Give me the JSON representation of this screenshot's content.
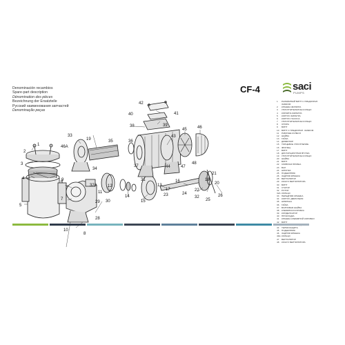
{
  "header": {
    "lines": [
      "Denominación recambios",
      "Spare-part description",
      "Dénomination des pièces",
      "Bezeichnung der Ersatzteile",
      "Русский наименования запчастей",
      "Denominação peças"
    ],
    "model": "CF-4"
  },
  "logo": {
    "word": "saci",
    "sub": "PUMPS"
  },
  "callouts": [
    "1",
    "2",
    "3",
    "4",
    "5",
    "6",
    "7",
    "8",
    "9",
    "10",
    "11",
    "12",
    "13",
    "14",
    "15",
    "16",
    "17",
    "18",
    "19",
    "20",
    "21",
    "22",
    "23",
    "24",
    "25",
    "26",
    "28",
    "29",
    "30",
    "31",
    "32",
    "32A",
    "33",
    "34",
    "35",
    "36",
    "37",
    "38",
    "39",
    "40",
    "41",
    "42",
    "43",
    "44",
    "45",
    "46",
    "46A",
    "47",
    "48"
  ],
  "parts": [
    {
      "n": "1",
      "t": "РАЗЪЁМНЫЙ ВИНТ С ПРЕДОХРАН."
    },
    {
      "n": "",
      "t": "ЗАМКОМ"
    },
    {
      "n": "2",
      "t": "КРЫШКА ФИЛЬТРА"
    },
    {
      "n": "3",
      "t": "УПЛОТНИТЕЛЬНОЕ КОЛЬЦО"
    },
    {
      "n": "4",
      "t": "КОРЗИНА ФИЛЬТРА"
    },
    {
      "n": "5",
      "t": "КОРПУС ФИЛЬТРА"
    },
    {
      "n": "6",
      "t": "КОРПУС НАСОСА"
    },
    {
      "n": "7",
      "t": "УПЛОТНИТЕЛЬНОЕ КОЛЬЦО"
    },
    {
      "n": "8",
      "t": "ОПОРА"
    },
    {
      "n": "9",
      "t": "ВИНТ"
    },
    {
      "n": "10",
      "t": "ВИНТ С ПРЕДОХРАН. ЗАМКОМ"
    },
    {
      "n": "11",
      "t": "РАБОЧЕЕ КОЛЕСО"
    },
    {
      "n": "12",
      "t": "ШАЙБА"
    },
    {
      "n": "13",
      "t": "ГАЙКА"
    },
    {
      "n": "14",
      "t": "ДИФФУЗОР"
    },
    {
      "n": "15",
      "t": "ТОРЦЕВОЕ УПЛОТНЕНИЕ"
    },
    {
      "n": "16",
      "t": "ФЛАНЕЦ"
    },
    {
      "n": "17",
      "t": "ВИНТ"
    },
    {
      "n": "18",
      "t": "ДИСТАНЦИОННАЯ ВТУЛКА"
    },
    {
      "n": "19",
      "t": "УПЛОТНИТЕЛЬНОЕ КОЛЬЦО"
    },
    {
      "n": "20",
      "t": "ШАЙБА"
    },
    {
      "n": "21",
      "t": "ВИНТ"
    },
    {
      "n": "22",
      "t": "СЛИВНАЯ ПРОБКА"
    },
    {
      "n": "23",
      "t": "ВАЛ"
    },
    {
      "n": "24",
      "t": "ШПОНКА"
    },
    {
      "n": "25",
      "t": "ПОДШИПНИК"
    },
    {
      "n": "26",
      "t": "ЗАДНЯЯ КРЫШКА"
    },
    {
      "n": "28",
      "t": "ВЕНТИЛЯТОР"
    },
    {
      "n": "29",
      "t": "КОЖУХ ВЕНТИЛЯТОРА"
    },
    {
      "n": "30",
      "t": "ВИНТ"
    },
    {
      "n": "31",
      "t": "СТАТОР"
    },
    {
      "n": "32",
      "t": "РОТОР"
    },
    {
      "n": "32A",
      "t": "КОЛЬЦО"
    },
    {
      "n": "33",
      "t": "ПЕРЕДНЯЯ КРЫШКА"
    },
    {
      "n": "34",
      "t": "КОРПУС ДВИГАТЕЛЯ"
    },
    {
      "n": "35",
      "t": "ШПИЛЬКА"
    },
    {
      "n": "36",
      "t": "ГАЙКА"
    },
    {
      "n": "37",
      "t": "ВОЛНОВАЯ ШАЙБА"
    },
    {
      "n": "38",
      "t": "КЛЕММНАЯ КОРОБКА"
    },
    {
      "n": "39",
      "t": "КОНДЕНСАТОР"
    },
    {
      "n": "40",
      "t": "ПРОКЛАДКА"
    },
    {
      "n": "41",
      "t": "КРЫШКА КЛЕММНОЙ КОРОБКИ"
    },
    {
      "n": "42",
      "t": "ВИНТ"
    },
    {
      "n": "43",
      "t": "КАБЕЛЬНЫЙ ВВОД"
    },
    {
      "n": "44",
      "t": "ТЕРМОЗАЩИТА"
    },
    {
      "n": "45",
      "t": "ПОДШИПНИК"
    },
    {
      "n": "46",
      "t": "ЗАДНЯЯ КРЫШКА"
    },
    {
      "n": "46A",
      "t": "КОЛЬЦО"
    },
    {
      "n": "47",
      "t": "ВЕНТИЛЯТОР"
    },
    {
      "n": "48",
      "t": "КОЖУХ ВЕНТИЛЯТОРА"
    }
  ],
  "colors": {
    "stripes": [
      "#8cba3f",
      "#2f3b4a",
      "#77b3bd",
      "#3c4654",
      "#5d7f9a",
      "#3a4452",
      "#3d8aa5",
      "#a5b2bd"
    ]
  }
}
